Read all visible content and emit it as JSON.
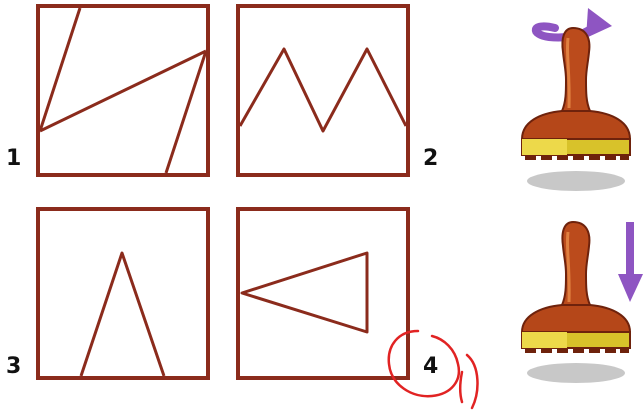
{
  "panels": [
    {
      "number": "1"
    },
    {
      "number": "2"
    },
    {
      "number": "3"
    },
    {
      "number": "4"
    }
  ],
  "colors": {
    "frame": "#8b2b1c",
    "stamp_wood": "#b84a1a",
    "stamp_base": "#d8c22a",
    "arrow": "#8e55c2",
    "annotation": "#e12323"
  },
  "icons": {
    "rotate": "rotate-arrow-icon",
    "press": "down-arrow-icon",
    "stamp": "rubber-stamp-icon"
  }
}
